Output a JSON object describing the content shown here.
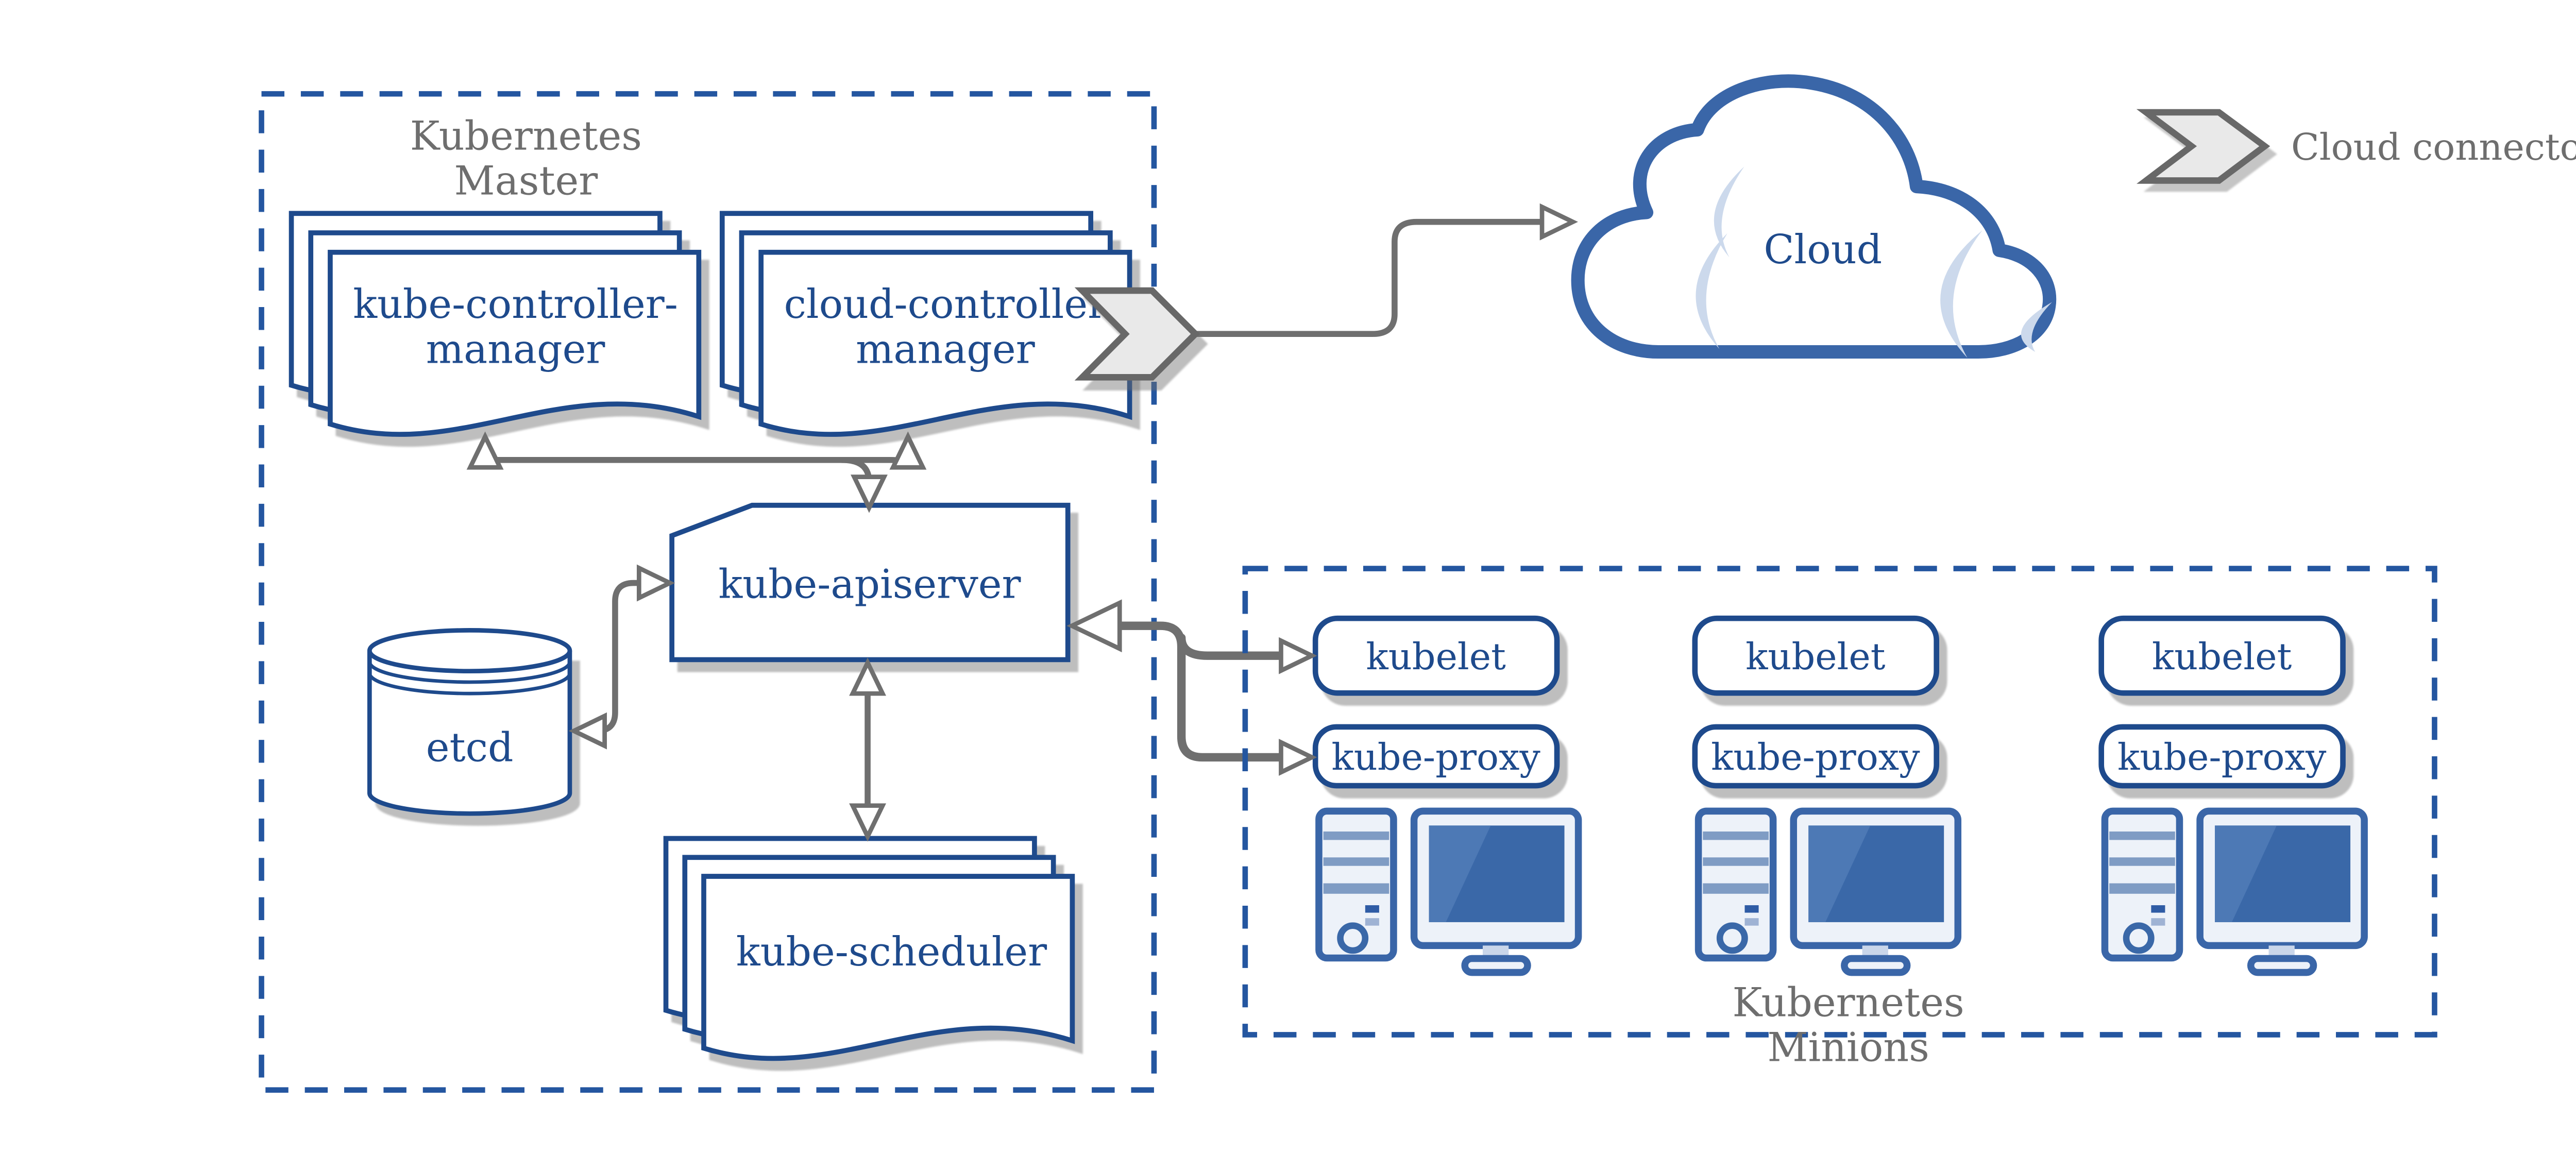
{
  "diagram": {
    "master": {
      "label_line1": "Kubernetes",
      "label_line2": "Master"
    },
    "minions": {
      "label_line1": "Kubernetes",
      "label_line2": "Minions"
    },
    "nodes": {
      "kube_controller_manager_line1": "kube-controller-",
      "kube_controller_manager_line2": "manager",
      "cloud_controller_manager_line1": "cloud-controller",
      "cloud_controller_manager_line2": "manager",
      "kube_apiserver": "kube-apiserver",
      "etcd": "etcd",
      "kube_scheduler": "kube-scheduler",
      "cloud": "Cloud",
      "kubelet": "kubelet",
      "kube_proxy": "kube-proxy"
    },
    "legend": {
      "cloud_connector": "Cloud connector"
    },
    "colors": {
      "node_border_blue": "#1e4a8c",
      "node_text_blue": "#1e4a8c",
      "dashed_border_blue": "#2456a0",
      "cloud_border_blue": "#3a66a8",
      "workstation_blue": "#3a68a8",
      "workstation_light": "#edf2f9",
      "cloud_shade_blue": "#ccd9ec",
      "connector_gray": "#6f6f6f",
      "label_gray": "#6e6e6e",
      "chevron_fill": "#e9e9e9",
      "shadow_gray": "#b4b4b4",
      "background": "#ffffff"
    }
  }
}
